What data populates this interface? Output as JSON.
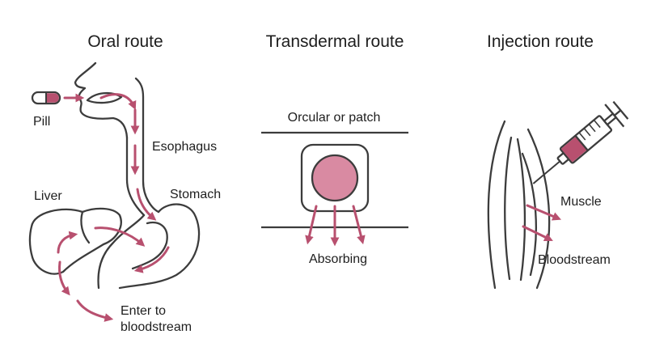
{
  "colors": {
    "outline": "#3c3c3c",
    "accent": "#b8506f",
    "accent_light": "#d98aa2",
    "text": "#1e1e1e"
  },
  "oral": {
    "title": "Oral route",
    "pill_label": "Pill",
    "esophagus_label": "Esophagus",
    "stomach_label": "Stomach",
    "liver_label": "Liver",
    "bloodstream_label_line1": "Enter to",
    "bloodstream_label_line2": "bloodstream"
  },
  "transdermal": {
    "title": "Transdermal route",
    "patch_label": "Orcular or patch",
    "absorbing_label": "Absorbing"
  },
  "injection": {
    "title": "Injection route",
    "muscle_label": "Muscle",
    "bloodstream_label": "Bloodstream"
  }
}
